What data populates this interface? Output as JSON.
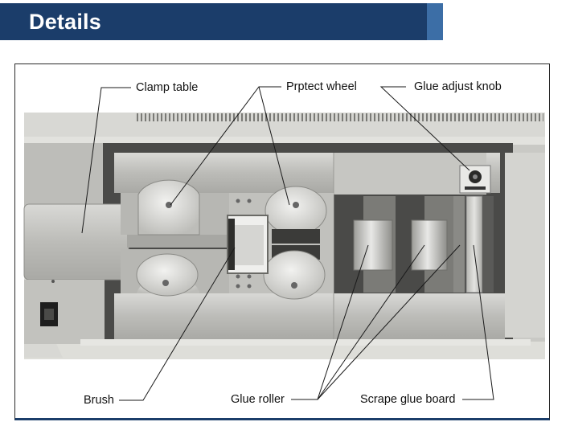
{
  "header": {
    "title": "Details"
  },
  "labels": {
    "clamp_table": "Clamp table",
    "protect_wheel": "Prptect wheel",
    "glue_adjust_knob": "Glue adjust knob",
    "brush": "Brush",
    "glue_roller": "Glue roller",
    "scrape_glue_board": "Scrape glue board"
  },
  "colors": {
    "header": "#1b3d6a",
    "header_accent": "#3c6ea6"
  }
}
